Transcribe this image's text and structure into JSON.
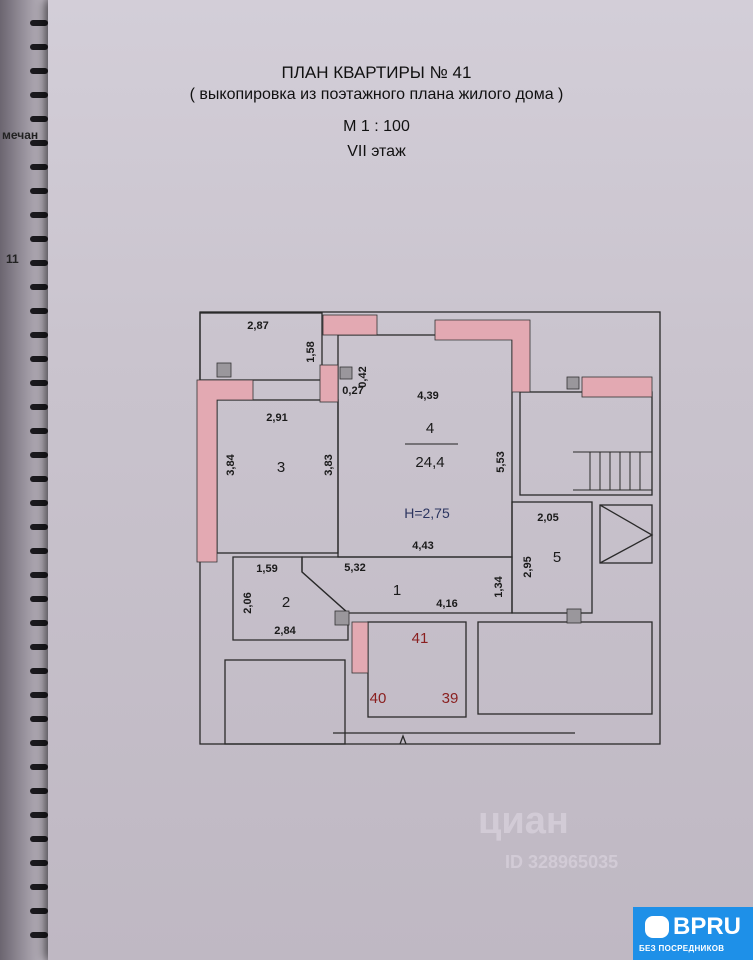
{
  "notebook": {
    "fragment_1": "мечан",
    "fragment_2": "11"
  },
  "header": {
    "title": "ПЛАН КВАРТИРЫ № 41",
    "subtitle": "( выкопировка из поэтажного плана жилого дома )",
    "scale": "М 1 : 100",
    "floor": "VII этаж"
  },
  "plan": {
    "balcony_width": "2,87",
    "dim_158": "1,58",
    "dim_042": "0,42",
    "dim_027": "0,27",
    "room4": {
      "number": "4",
      "area": "24,4",
      "width": "4,39",
      "length": "5,53",
      "width_bottom": "4,43"
    },
    "ceiling_height": "H=2,75",
    "room3": {
      "number": "3",
      "width": "2,91",
      "left": "3,84",
      "right": "3,83"
    },
    "room1": {
      "number": "1",
      "top": "5,32",
      "bottom": "4,16",
      "side": "1,34"
    },
    "room2": {
      "number": "2",
      "top": "1,59",
      "side": "2,06",
      "bottom": "2,84"
    },
    "room5": {
      "number": "5",
      "width": "2,05",
      "side": "2,95"
    },
    "apartments": [
      "41",
      "40",
      "39"
    ],
    "wall_color": "#e3a9b2"
  },
  "watermark": {
    "brand": "циан",
    "id": "ID 328965035"
  },
  "badge": {
    "brand": "BPRU",
    "tagline": "БЕЗ ПОСРЕДНИКОВ",
    "color": "#1e90e8"
  }
}
